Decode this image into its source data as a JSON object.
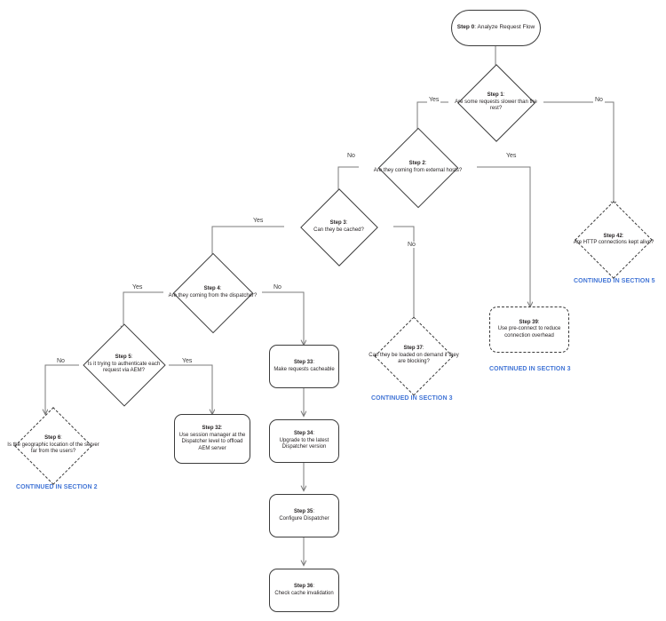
{
  "diagram": {
    "title": "AEM Request Flow Troubleshooting - Section 1",
    "colors": {
      "stroke": "#3b3b3b",
      "text": "#231f20",
      "continuation": "#4275d6",
      "background": "#ffffff"
    },
    "nodes": [
      {
        "id": "step0",
        "shape": "terminator",
        "step": "Step 0",
        "label": "Analyze Request Flow",
        "dashed": false
      },
      {
        "id": "step1",
        "shape": "decision",
        "step": "Step 1",
        "label": "Are some requests slower than the rest?",
        "dashed": false
      },
      {
        "id": "step2",
        "shape": "decision",
        "step": "Step 2",
        "label": "Are they coming from external hosts?",
        "dashed": false
      },
      {
        "id": "step3",
        "shape": "decision",
        "step": "Step 3",
        "label": "Can they be cached?",
        "dashed": false
      },
      {
        "id": "step4",
        "shape": "decision",
        "step": "Step 4",
        "label": "Are they coming from the dispatcher?",
        "dashed": false
      },
      {
        "id": "step5",
        "shape": "decision",
        "step": "Step 5",
        "label": "Is it trying to authenticate each request via AEM?",
        "dashed": false
      },
      {
        "id": "step6",
        "shape": "decision",
        "step": "Step 6",
        "label": "Is the geographic location of the server far from the users?",
        "dashed": true
      },
      {
        "id": "step32",
        "shape": "process",
        "step": "Step 32",
        "label": "Use session manager at the Dispatcher level to offload AEM server",
        "dashed": false
      },
      {
        "id": "step33",
        "shape": "process",
        "step": "Step 33",
        "label": "Make requests cacheable",
        "dashed": false
      },
      {
        "id": "step34",
        "shape": "process",
        "step": "Step 34",
        "label": "Upgrade to the latest Dispatcher version",
        "dashed": false
      },
      {
        "id": "step35",
        "shape": "process",
        "step": "Step 35",
        "label": "Configure Dispatcher",
        "dashed": false
      },
      {
        "id": "step36",
        "shape": "process",
        "step": "Step 36",
        "label": "Check cache invalidation",
        "dashed": false
      },
      {
        "id": "step37",
        "shape": "decision",
        "step": "Step 37",
        "label": "Can they be loaded on demand if they are blocking?",
        "dashed": true
      },
      {
        "id": "step39",
        "shape": "process",
        "step": "Step 39",
        "label": "Use pre-connect to reduce connection overhead",
        "dashed": true
      },
      {
        "id": "step42",
        "shape": "decision",
        "step": "Step 42",
        "label": "Are HTTP connections kept alive?",
        "dashed": true
      }
    ],
    "edge_labels": [
      {
        "id": "e-step1-yes",
        "text": "Yes"
      },
      {
        "id": "e-step1-no",
        "text": "No"
      },
      {
        "id": "e-step2-no",
        "text": "No"
      },
      {
        "id": "e-step2-yes",
        "text": "Yes"
      },
      {
        "id": "e-step3-yes",
        "text": "Yes"
      },
      {
        "id": "e-step3-no",
        "text": "No"
      },
      {
        "id": "e-step4-yes",
        "text": "Yes"
      },
      {
        "id": "e-step4-no",
        "text": "No"
      },
      {
        "id": "e-step5-no",
        "text": "No"
      },
      {
        "id": "e-step5-yes",
        "text": "Yes"
      }
    ],
    "continuations": [
      {
        "id": "cont-section-2",
        "text": "CONTINUED IN SECTION 2"
      },
      {
        "id": "cont-section-3a",
        "text": "CONTINUED IN SECTION 3"
      },
      {
        "id": "cont-section-3b",
        "text": "CONTINUED IN SECTION 3"
      },
      {
        "id": "cont-section-5",
        "text": "CONTINUED IN SECTION 5"
      }
    ]
  }
}
